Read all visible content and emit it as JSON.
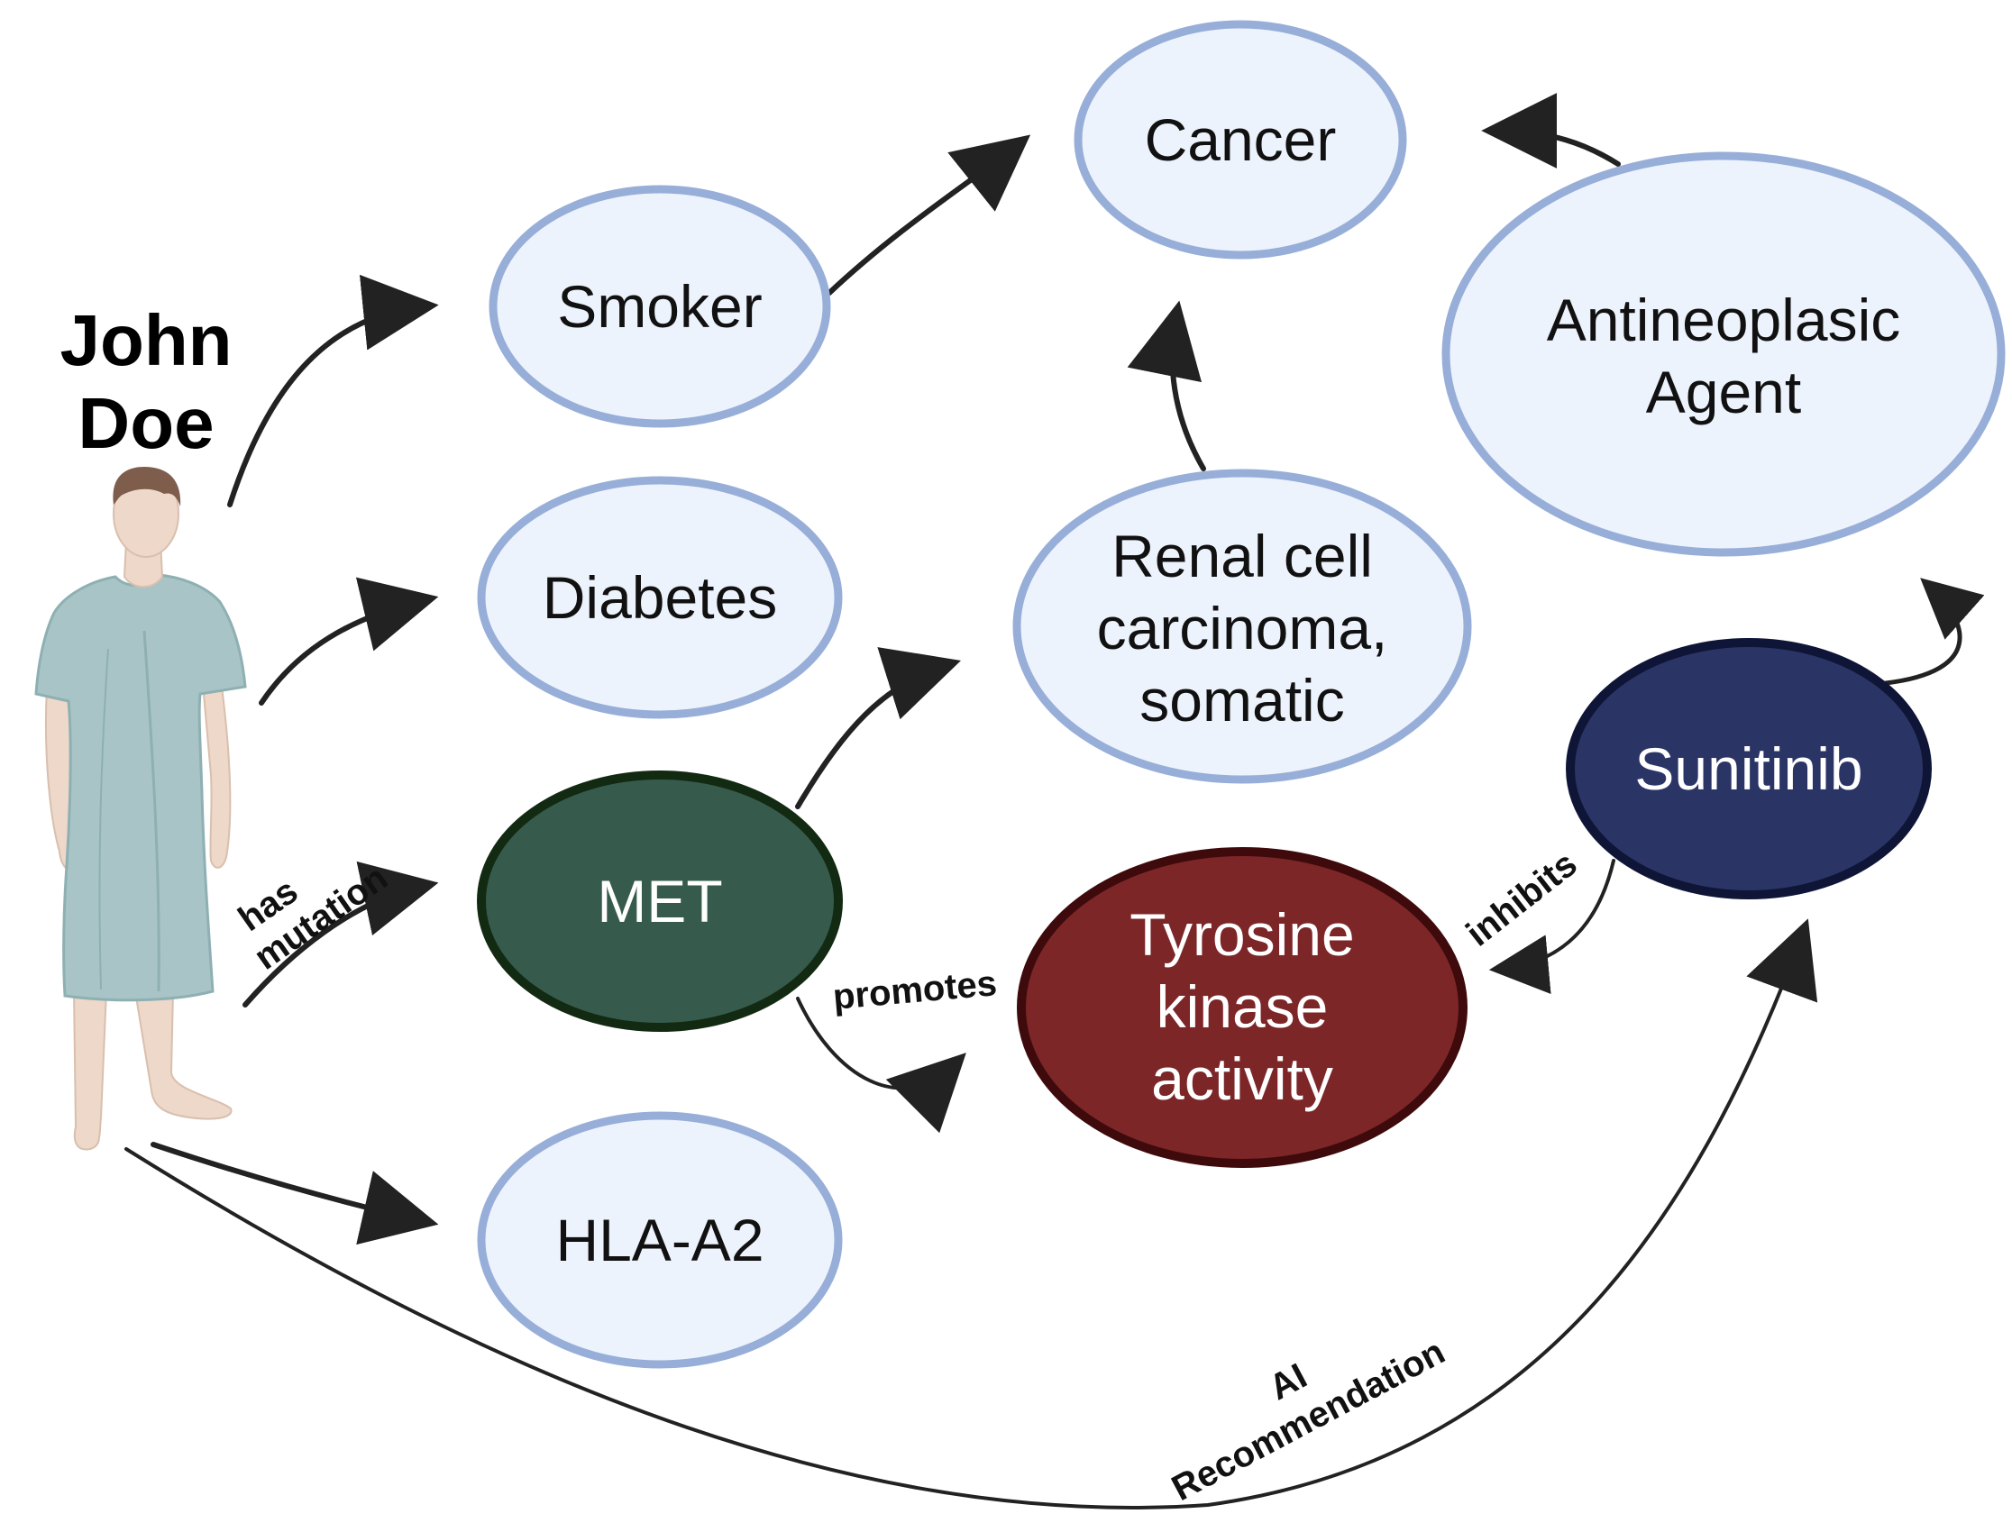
{
  "patient": {
    "name_line1": "John",
    "name_line2": "Doe"
  },
  "nodes": {
    "cancer": "Cancer",
    "smoker": "Smoker",
    "diabetes": "Diabetes",
    "met": "MET",
    "hla": "HLA-A2",
    "renal_line1": "Renal cell",
    "renal_line2": "carcinoma,",
    "renal_line3": "somatic",
    "agent_line1": "Antineoplasic",
    "agent_line2": "Agent",
    "sunitinib": "Sunitinib",
    "tyrosine_line1": "Tyrosine",
    "tyrosine_line2": "kinase",
    "tyrosine_line3": "activity"
  },
  "edge_labels": {
    "has": "has",
    "mutation": "mutation",
    "promotes": "promotes",
    "inhibits": "inhibits",
    "ai": "AI",
    "recommendation": "Recommendation"
  },
  "colors": {
    "light_fill": "#edf3fc",
    "light_stroke": "#97aed8",
    "met_fill": "#365b4d",
    "met_stroke": "#132a12",
    "tyrosine_fill": "#7c2628",
    "tyrosine_stroke": "#3e0a0c",
    "sunitinib_fill": "#2a3566",
    "sunitinib_stroke": "#0f1536",
    "arrow": "#222222"
  }
}
